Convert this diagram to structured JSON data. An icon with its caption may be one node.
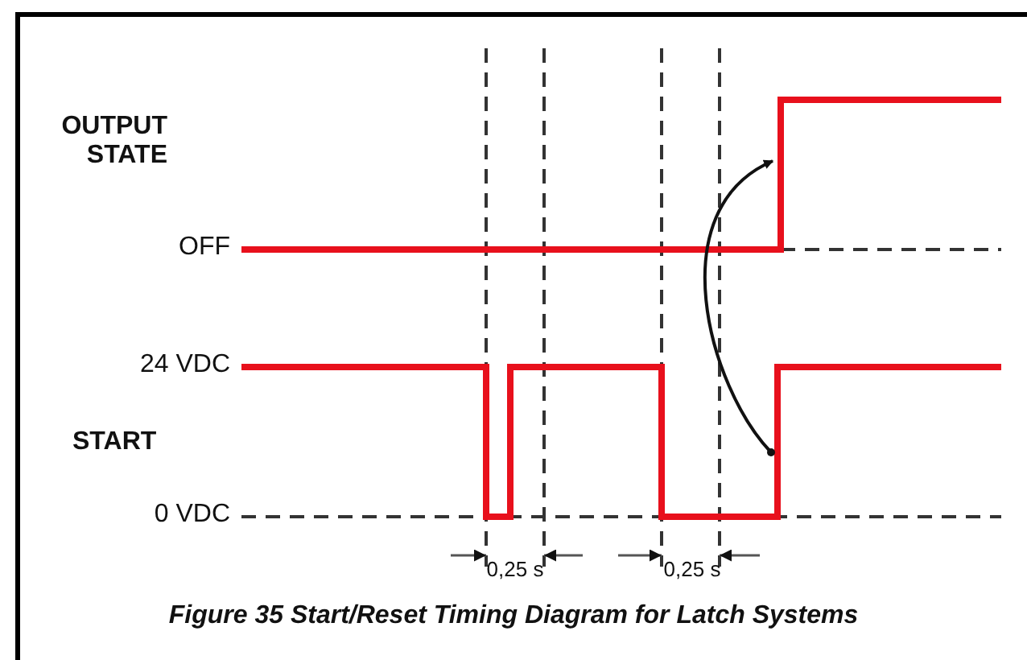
{
  "diagram": {
    "caption": "Figure 35 Start/Reset Timing Diagram for Latch Systems",
    "labels": [
      "OUTPUT STATE",
      "OFF",
      "24 VDC",
      "START",
      "0 VDC",
      "0,25 s",
      "0,25 s"
    ]
  }
}
